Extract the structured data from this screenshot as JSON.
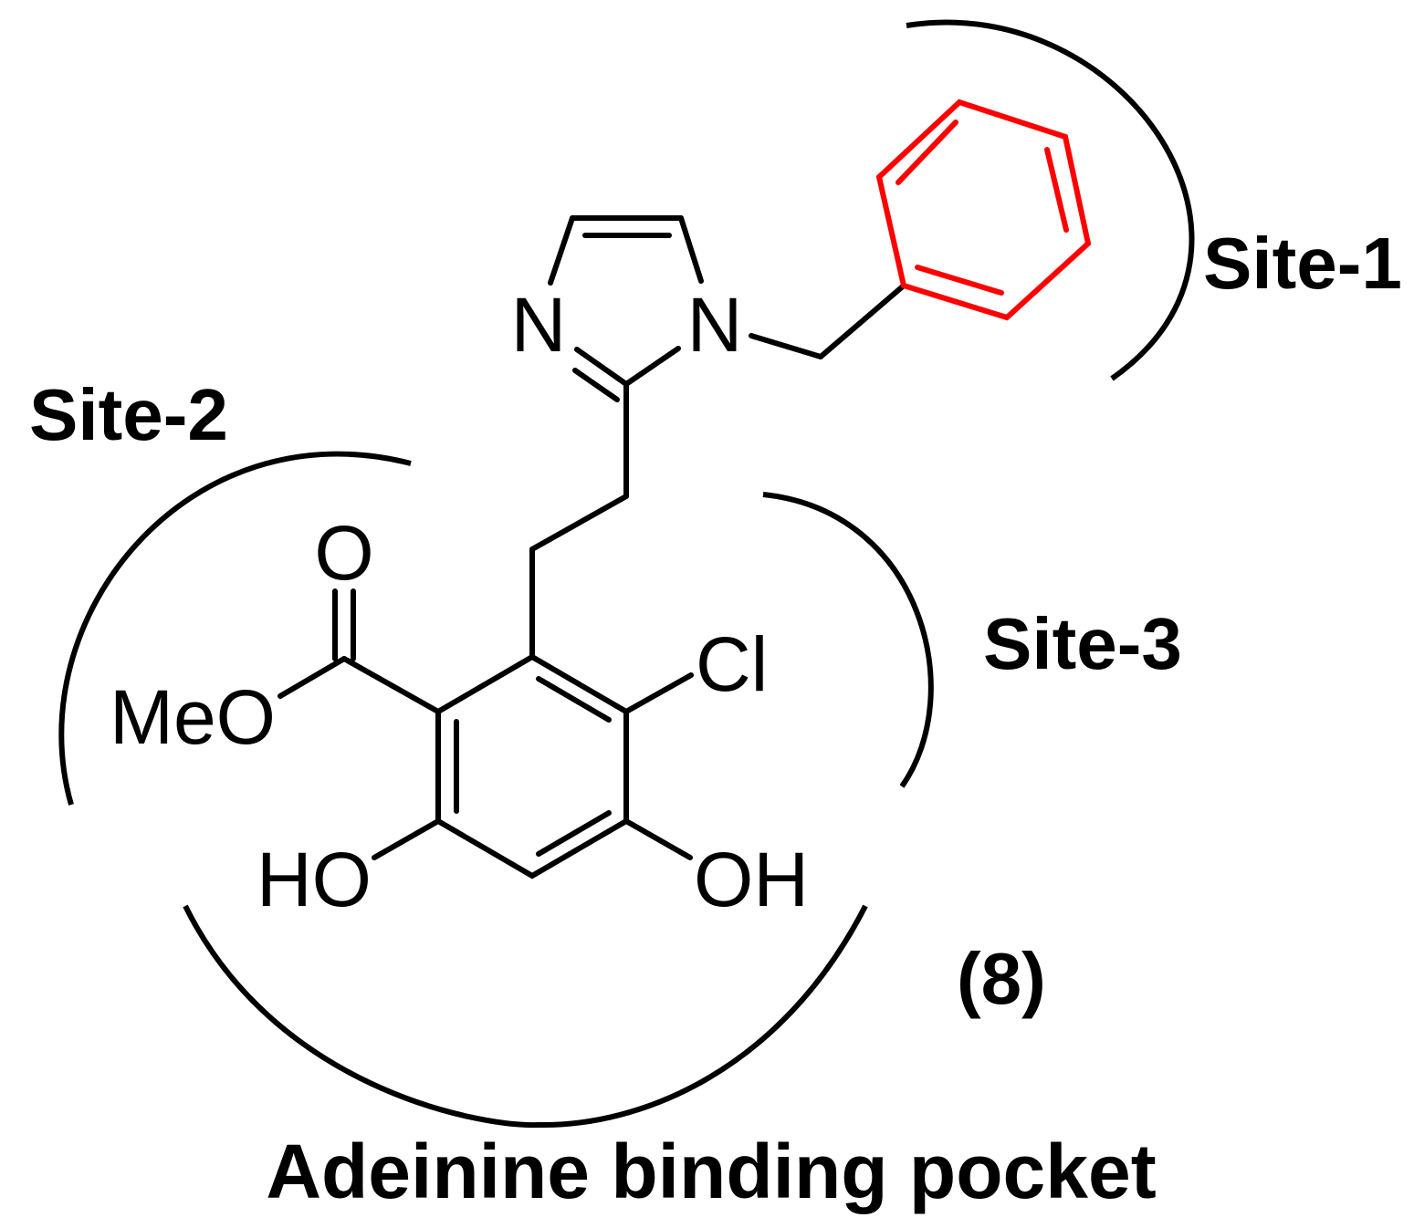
{
  "labels": {
    "site1": "Site-1",
    "site2": "Site-2",
    "site3": "Site-3",
    "compound_number": "(8)",
    "caption": "Adeinine binding pocket"
  },
  "atoms": {
    "imidazole_n3": "N",
    "imidazole_n1": "N",
    "ester_carbonyl_o": "O",
    "methoxy": "MeO",
    "chloro": "Cl",
    "hydroxyl_left": "HO",
    "hydroxyl_right": "OH"
  },
  "colors": {
    "benzyl_ring": "#ff0000",
    "bonds": "#000000"
  }
}
